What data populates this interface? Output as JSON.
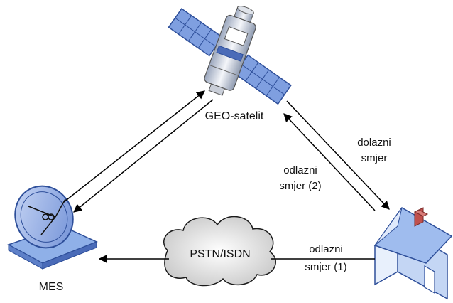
{
  "nodes": {
    "satellite": {
      "label": "GEO-satelit",
      "icon": "satellite-icon"
    },
    "mes": {
      "label": "MES",
      "icon": "satellite-dish-icon"
    },
    "house": {
      "icon": "house-icon"
    },
    "cloud": {
      "label": "PSTN/ISDN",
      "icon": "cloud-icon"
    }
  },
  "edges": {
    "incoming": {
      "line1": "dolazni",
      "line2": "smjer"
    },
    "outgoing_2": {
      "line1": "odlazni",
      "line2": "smjer (2)"
    },
    "outgoing_1": {
      "line1": "odlazni",
      "line2": "smjer (1)"
    }
  },
  "colors": {
    "panel": "#6f8fd6",
    "panel_dark": "#2e4f9a",
    "body": "#e3e8f2",
    "dish": "#7fa0e0",
    "house_wall": "#dde9fb",
    "house_roof": "#8fb0e8",
    "chimney": "#c0504d",
    "cloud": "#e6e6e6"
  }
}
